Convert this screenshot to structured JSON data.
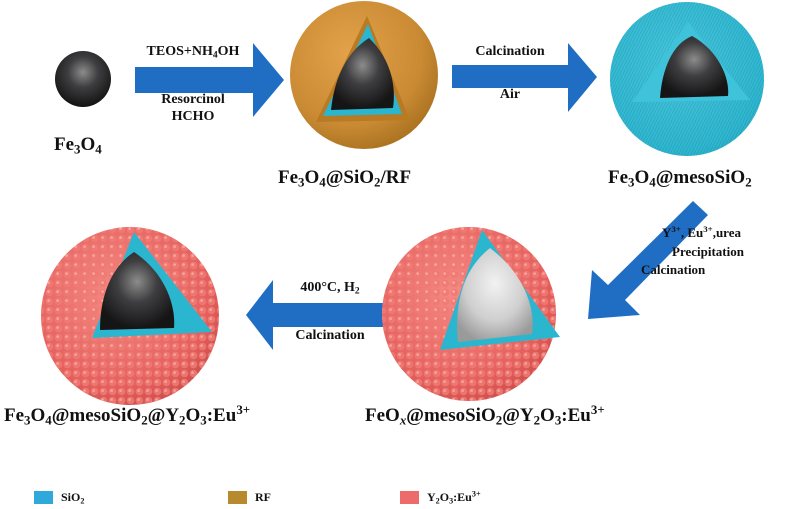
{
  "colors": {
    "arrow": "#1f6ec4",
    "core_dark": "#2b2b2d",
    "core_reduced": "#c9c9c9",
    "sio2": "#2bb6d0",
    "rf": "#c8882c",
    "y2o3": "#e86565"
  },
  "particles": {
    "fe3o4": {
      "name": "Fe",
      "sub1": "3",
      "mid": "O",
      "sub2": "4"
    },
    "fe3o4_sio2_rf": {
      "p1": "Fe",
      "s1": "3",
      "p2": "O",
      "s2": "4",
      "p3": "@SiO",
      "s3": "2",
      "p4": "/RF"
    },
    "fe3o4_mesosio2": {
      "p1": "Fe",
      "s1": "3",
      "p2": "O",
      "s2": "4",
      "p3": "@mesoSiO",
      "s3": "2"
    },
    "feox_mesosio2_y2o3": {
      "p1": "FeO",
      "s1": "x",
      "p2": "@mesoSiO",
      "s2": "2",
      "p3": "@Y",
      "s3": "2",
      "p4": "O",
      "s4": "3",
      "p5": ":Eu",
      "sup": "3+"
    },
    "fe3o4_mesosio2_y2o3": {
      "p1": "Fe",
      "s1": "3",
      "p2": "O",
      "s2": "4",
      "p3": "@mesoSiO",
      "s3": "2",
      "p4": "@Y",
      "s4": "2",
      "p5": "O",
      "s5": "3",
      "p6": ":Eu",
      "sup": "3+"
    }
  },
  "steps": {
    "step1": {
      "top_a": "TEOS+NH",
      "top_sub": "4",
      "top_b": "OH",
      "bottom1": "Resorcinol",
      "bottom2": "HCHO"
    },
    "step2": {
      "top": "Calcination",
      "bottom": "Air"
    },
    "step3": {
      "line1_a": "Y",
      "line1_sup1": "3+",
      "line1_b": ", Eu",
      "line1_sup2": "3+",
      "line1_c": ",urea",
      "line2": "Precipitation",
      "line3": "Calcination"
    },
    "step4": {
      "top_a": "400°C, H",
      "top_sub": "2",
      "bottom": "Calcination"
    }
  },
  "legend": {
    "sio2": {
      "a": "SiO",
      "sub": "2"
    },
    "rf": {
      "a": "RF"
    },
    "y2o3": {
      "a": "Y",
      "s1": "2",
      "b": "O",
      "s2": "3",
      "c": ":Eu",
      "sup": "3+"
    }
  }
}
